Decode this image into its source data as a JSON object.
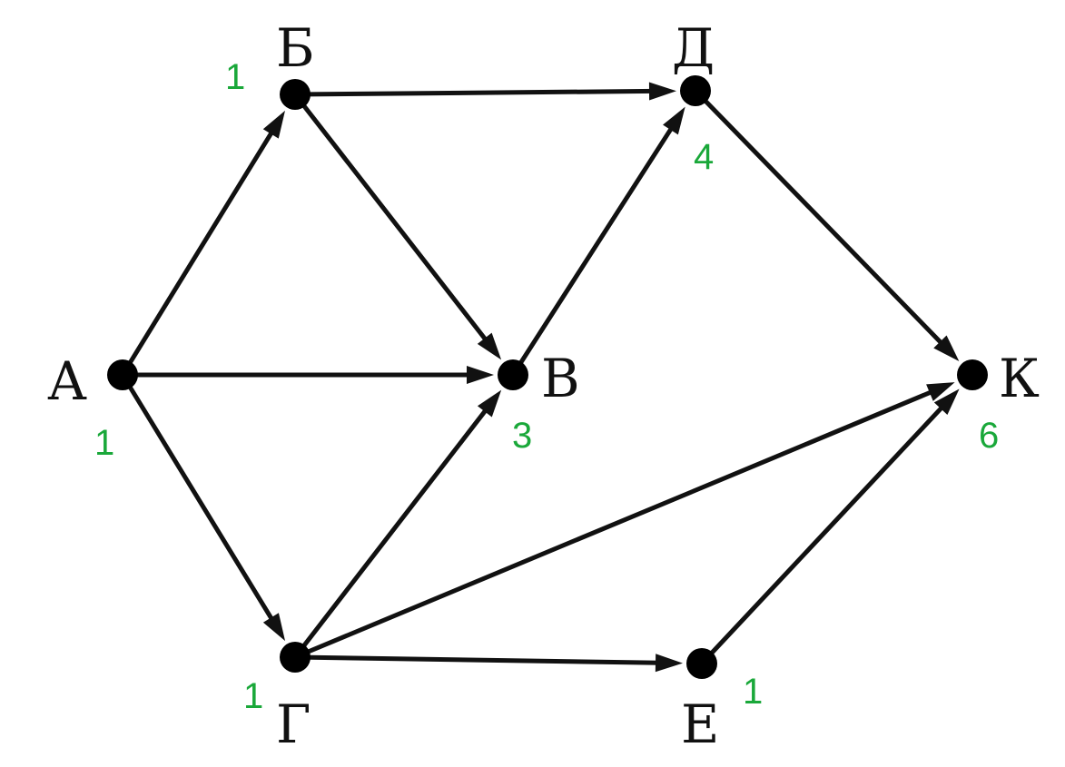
{
  "graph": {
    "nodes": [
      {
        "id": "A",
        "label": "А",
        "count": "1"
      },
      {
        "id": "B",
        "label": "Б",
        "count": "1"
      },
      {
        "id": "V",
        "label": "В",
        "count": "3"
      },
      {
        "id": "G",
        "label": "Г",
        "count": "1"
      },
      {
        "id": "D",
        "label": "Д",
        "count": "4"
      },
      {
        "id": "E",
        "label": "Е",
        "count": "1"
      },
      {
        "id": "K",
        "label": "К",
        "count": "6"
      }
    ],
    "edges": [
      {
        "from": "A",
        "to": "B"
      },
      {
        "from": "A",
        "to": "V"
      },
      {
        "from": "A",
        "to": "G"
      },
      {
        "from": "B",
        "to": "D"
      },
      {
        "from": "B",
        "to": "V"
      },
      {
        "from": "V",
        "to": "D"
      },
      {
        "from": "G",
        "to": "V"
      },
      {
        "from": "G",
        "to": "K"
      },
      {
        "from": "G",
        "to": "E"
      },
      {
        "from": "D",
        "to": "K"
      },
      {
        "from": "E",
        "to": "K"
      }
    ]
  },
  "colors": {
    "line": "#111111",
    "node": "#000000",
    "count": "#1aa83a"
  }
}
